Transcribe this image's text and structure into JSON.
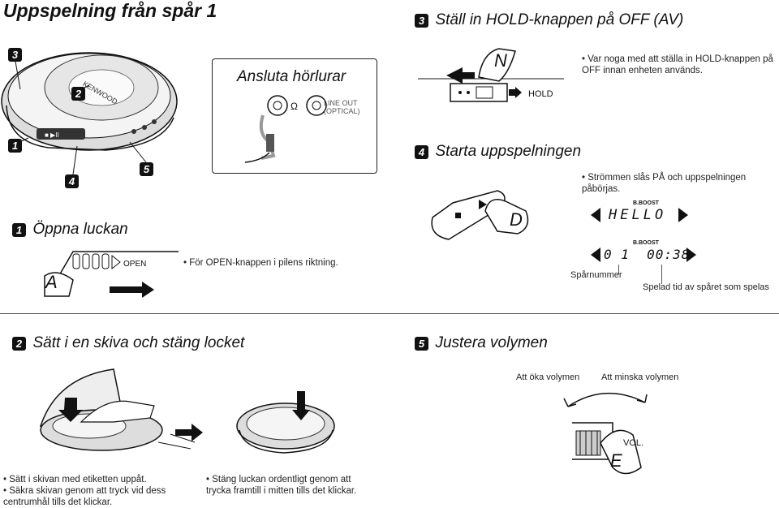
{
  "page_title": "Uppspelning från spår 1",
  "steps": {
    "s1": {
      "num": "1",
      "title": "Öppna luckan",
      "bullet": "För OPEN-knappen i pilens riktning.",
      "button_label": "OPEN",
      "letter": "A"
    },
    "s2": {
      "num": "2",
      "title": "Sätt i en skiva och stäng locket",
      "bullets_left": [
        "Sätt i skivan med etiketten uppåt.",
        "Säkra skivan genom att tryck vid dess centrumhål tills det klickar."
      ],
      "bullets_right": [
        "Stäng luckan ordentligt genom att trycka framtill i mitten tills det klickar."
      ]
    },
    "s3": {
      "num": "3",
      "title": "Ställ in HOLD-knappen på OFF (AV)",
      "bullet": "Var noga med att ställa in HOLD-knappen på OFF innan enheten används.",
      "hold_label": "HOLD",
      "letter": "N"
    },
    "s4": {
      "num": "4",
      "title": "Starta uppspelningen",
      "bullet": "Strömmen slås PÅ och uppspelningen påbörjas.",
      "letter": "D",
      "display1": "HELLO",
      "display2": "0 1  00:38",
      "bboost": "B.BOOST",
      "track_label": "Spårnummer",
      "time_label": "Spelad tid av spåret som spelas"
    },
    "s5": {
      "num": "5",
      "title": "Justera volymen",
      "increase": "Att öka volymen",
      "decrease": "Att minska volymen",
      "vol_label": "VOL.",
      "letter": "E"
    }
  },
  "headphones": {
    "title": "Ansluta hörlurar",
    "jack_label_1": "LINE OUT",
    "jack_label_2": "(OPTICAL)"
  },
  "device": {
    "brand": "KENWOOD",
    "callouts": [
      "3",
      "2",
      "1",
      "4",
      "5"
    ]
  }
}
